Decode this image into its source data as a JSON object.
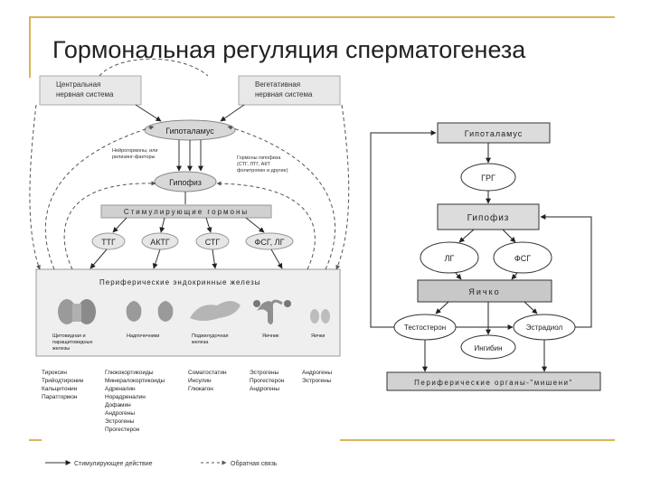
{
  "title": "Гормональная регуляция сперматогенеза",
  "left": {
    "cns": [
      "Центральная",
      "нервная система"
    ],
    "ans": [
      "Вегетативная",
      "нервная система"
    ],
    "hypothalamus": "Гипоталамус",
    "neurohormones": [
      "Нейрогормоны, или",
      "рилизинг-факторы"
    ],
    "pituitary": "Гипофиз",
    "feedback_hormones": [
      "Гормоны гипофиза",
      "(СТГ, ЛТГ, АКТ",
      "фолитропин и другие)"
    ],
    "stimulating_hormones": "Стимулирующие гормоны",
    "tropic": [
      "ТТГ",
      "АКТГ",
      "СТГ",
      "ФСГ, ЛГ"
    ],
    "peripheral": "Периферические эндокринные железы",
    "glands": [
      [
        "Щитовидная и",
        "паращитовидные",
        "железы"
      ],
      [
        "Надпочечники"
      ],
      [
        "Поджелудочная",
        "железа"
      ],
      [
        "Яичник"
      ],
      [
        "Яички"
      ]
    ],
    "hormone_columns": [
      [
        "Тироксин",
        "Трийодтиронин",
        "Кальцитонин",
        "Паратгормон"
      ],
      [
        "Глюкокортикоиды",
        "Минералокортикоиды",
        "Адреналин",
        "Норадреналин",
        "Дофамин",
        "Андрогены",
        "Эстрогены",
        "Прогестерон"
      ],
      [
        "Соматостатин",
        "Инсулин",
        "Глюкагон"
      ],
      [
        "Эстрогены",
        "Прогестерон",
        "Андрогены"
      ],
      [
        "Андрогены",
        "Эстрогены"
      ]
    ],
    "legend_stim": "Стимулирующее действие",
    "legend_fb": "Обратная связь"
  },
  "right": {
    "hypothalamus": "Гипоталамус",
    "grg": "ГРГ",
    "pituitary": "Гипофиз",
    "lg": "ЛГ",
    "fsg": "ФСГ",
    "testis": "Яичко",
    "testosterone": "Тестостерон",
    "estradiol": "Эстрадиол",
    "inhibin": "Ингибин",
    "targets": "Периферические органы-\"мишени\""
  }
}
